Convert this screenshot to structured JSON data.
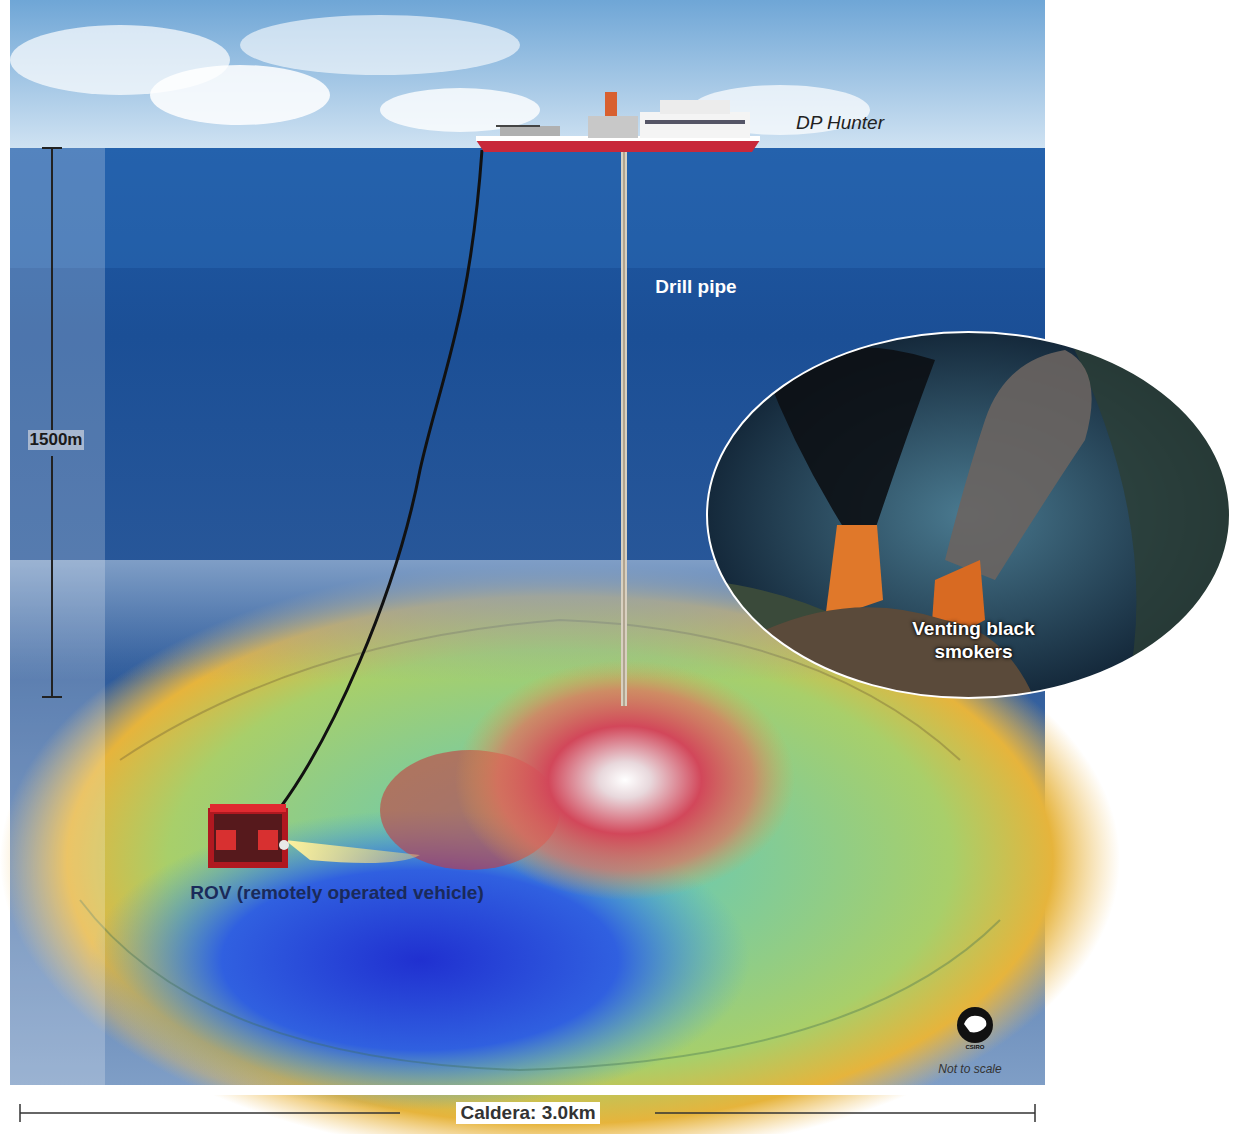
{
  "diagram": {
    "nodes": [
      {
        "text": [
          "Venting black smokers"
        ]
      }
    ],
    "labels": [
      "DP Hunter",
      "Drill pipe",
      "1500m",
      "ROV (remotely operated vehicle)",
      "Caldera: 3.0km",
      "CSIRO",
      "Not to scale"
    ]
  }
}
